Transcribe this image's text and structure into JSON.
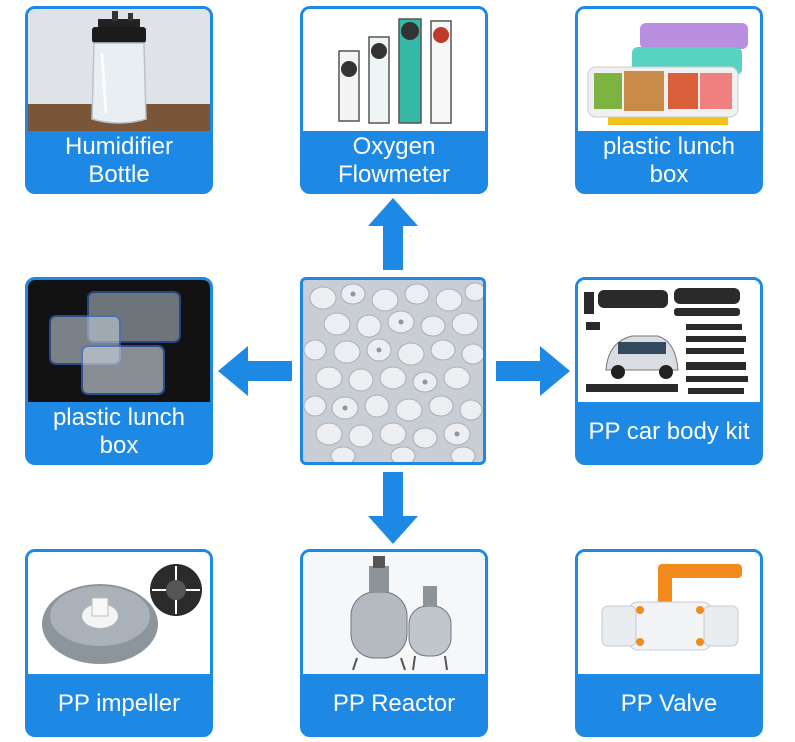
{
  "colors": {
    "accent": "#1e88e5",
    "label_text": "#ffffff"
  },
  "products": {
    "top_left": {
      "label": "Humidifier Bottle",
      "icon": "humidifier-bottle-image"
    },
    "top_center": {
      "label": "Oxygen Flowmeter",
      "icon": "oxygen-flowmeter-image"
    },
    "top_right": {
      "label": "plastic lunch box",
      "icon": "lunch-box-containers-image"
    },
    "middle_left": {
      "label": "plastic lunch box",
      "icon": "clear-lunch-boxes-image"
    },
    "middle_right": {
      "label": "PP car body kit",
      "icon": "car-body-kit-image"
    },
    "bottom_left": {
      "label": "PP impeller",
      "icon": "impeller-image"
    },
    "bottom_center": {
      "label": "PP Reactor",
      "icon": "reactor-tanks-image"
    },
    "bottom_right": {
      "label": "PP Valve",
      "icon": "ball-valve-image"
    }
  },
  "center": {
    "icon": "pp-granules-image"
  }
}
